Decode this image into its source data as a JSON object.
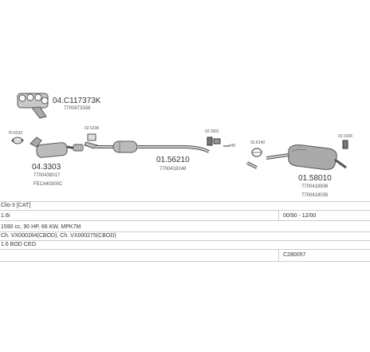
{
  "parts": {
    "manifold": {
      "number": "04.C117373K",
      "oe": "7700873358"
    },
    "gasket_a": {
      "number": "70.6233"
    },
    "gasket_b": {
      "number": "02.6238"
    },
    "catalyst": {
      "number": "04.3303",
      "oe_1": "7700438017",
      "oe_2": "FEC440300C"
    },
    "middle_pipe": {
      "number": "01.56210",
      "oe": "7700418248"
    },
    "clamp_a": {
      "number": "02.9001"
    },
    "clamp_b": {
      "number": "02.8140"
    },
    "bolt": {
      "number": "#45"
    },
    "hanger": {
      "number": "02.9106"
    },
    "rear_silencer": {
      "number": "01.58010",
      "oe_1": "7700418836",
      "oe_2": "7700419035"
    }
  },
  "info": {
    "model": "Clio II [CAT]",
    "engine": "1.6i",
    "date_range": "00/90 - 12/00",
    "spec": "1590 cc, 90 HP, 66 KW, MPK7M",
    "chassis": "Ch. VX000284(CBOD), Ch. VX000275(CBOD)",
    "note": "1.6 BOD CEO",
    "code": "C280057"
  },
  "colors": {
    "line": "#555555",
    "grid": "#cfcfcf",
    "part_fill": "#bbbbbb"
  }
}
